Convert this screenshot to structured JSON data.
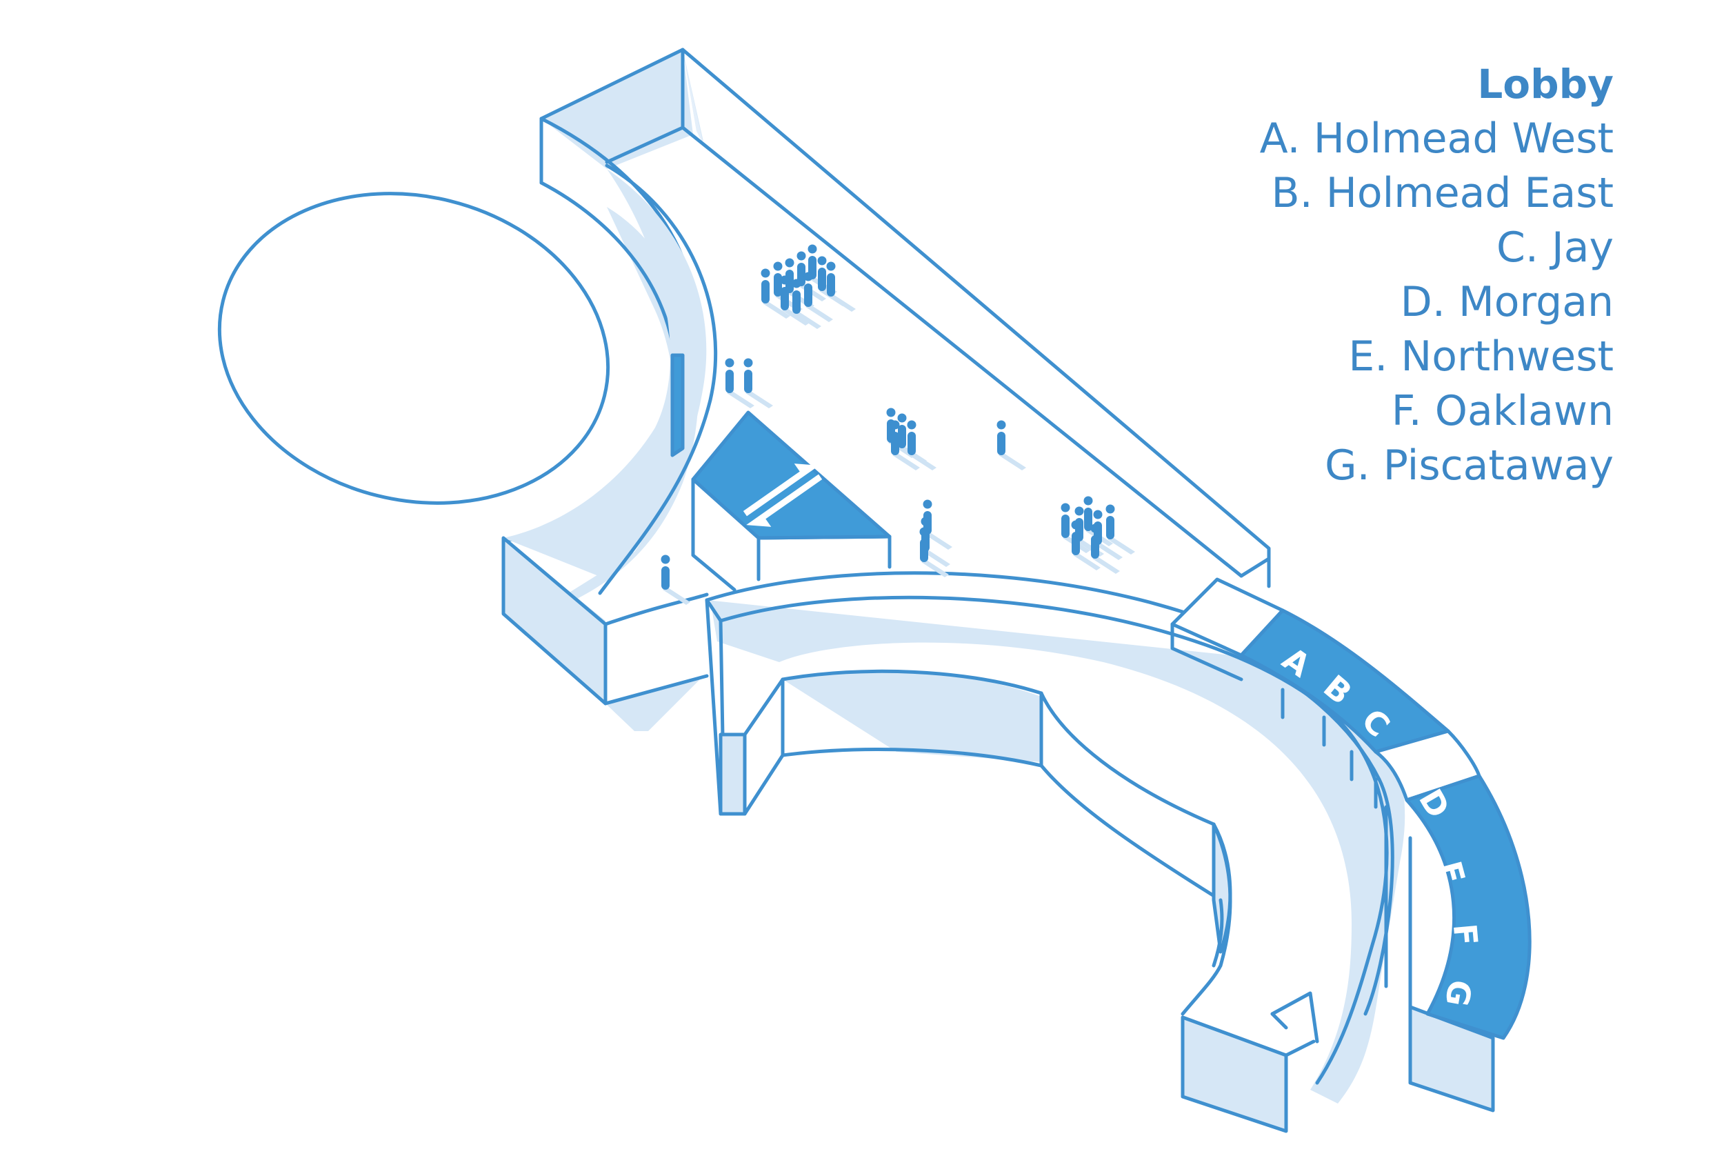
{
  "legend": {
    "title": "Lobby",
    "items": [
      "A. Holmead West",
      "B. Holmead East",
      "C. Jay",
      "D. Morgan",
      "E. Northwest",
      "F. Oaklawn",
      "G. Piscataway"
    ]
  },
  "rooms": [
    "A",
    "B",
    "C",
    "D",
    "E",
    "F",
    "G"
  ],
  "icons": {
    "escalator": "escalator-arrows-icon",
    "person": "person-icon"
  },
  "colors": {
    "accent": "#409bd8",
    "outline": "#3f90cf",
    "light": "#d6e7f6",
    "text": "#3d87c6"
  }
}
